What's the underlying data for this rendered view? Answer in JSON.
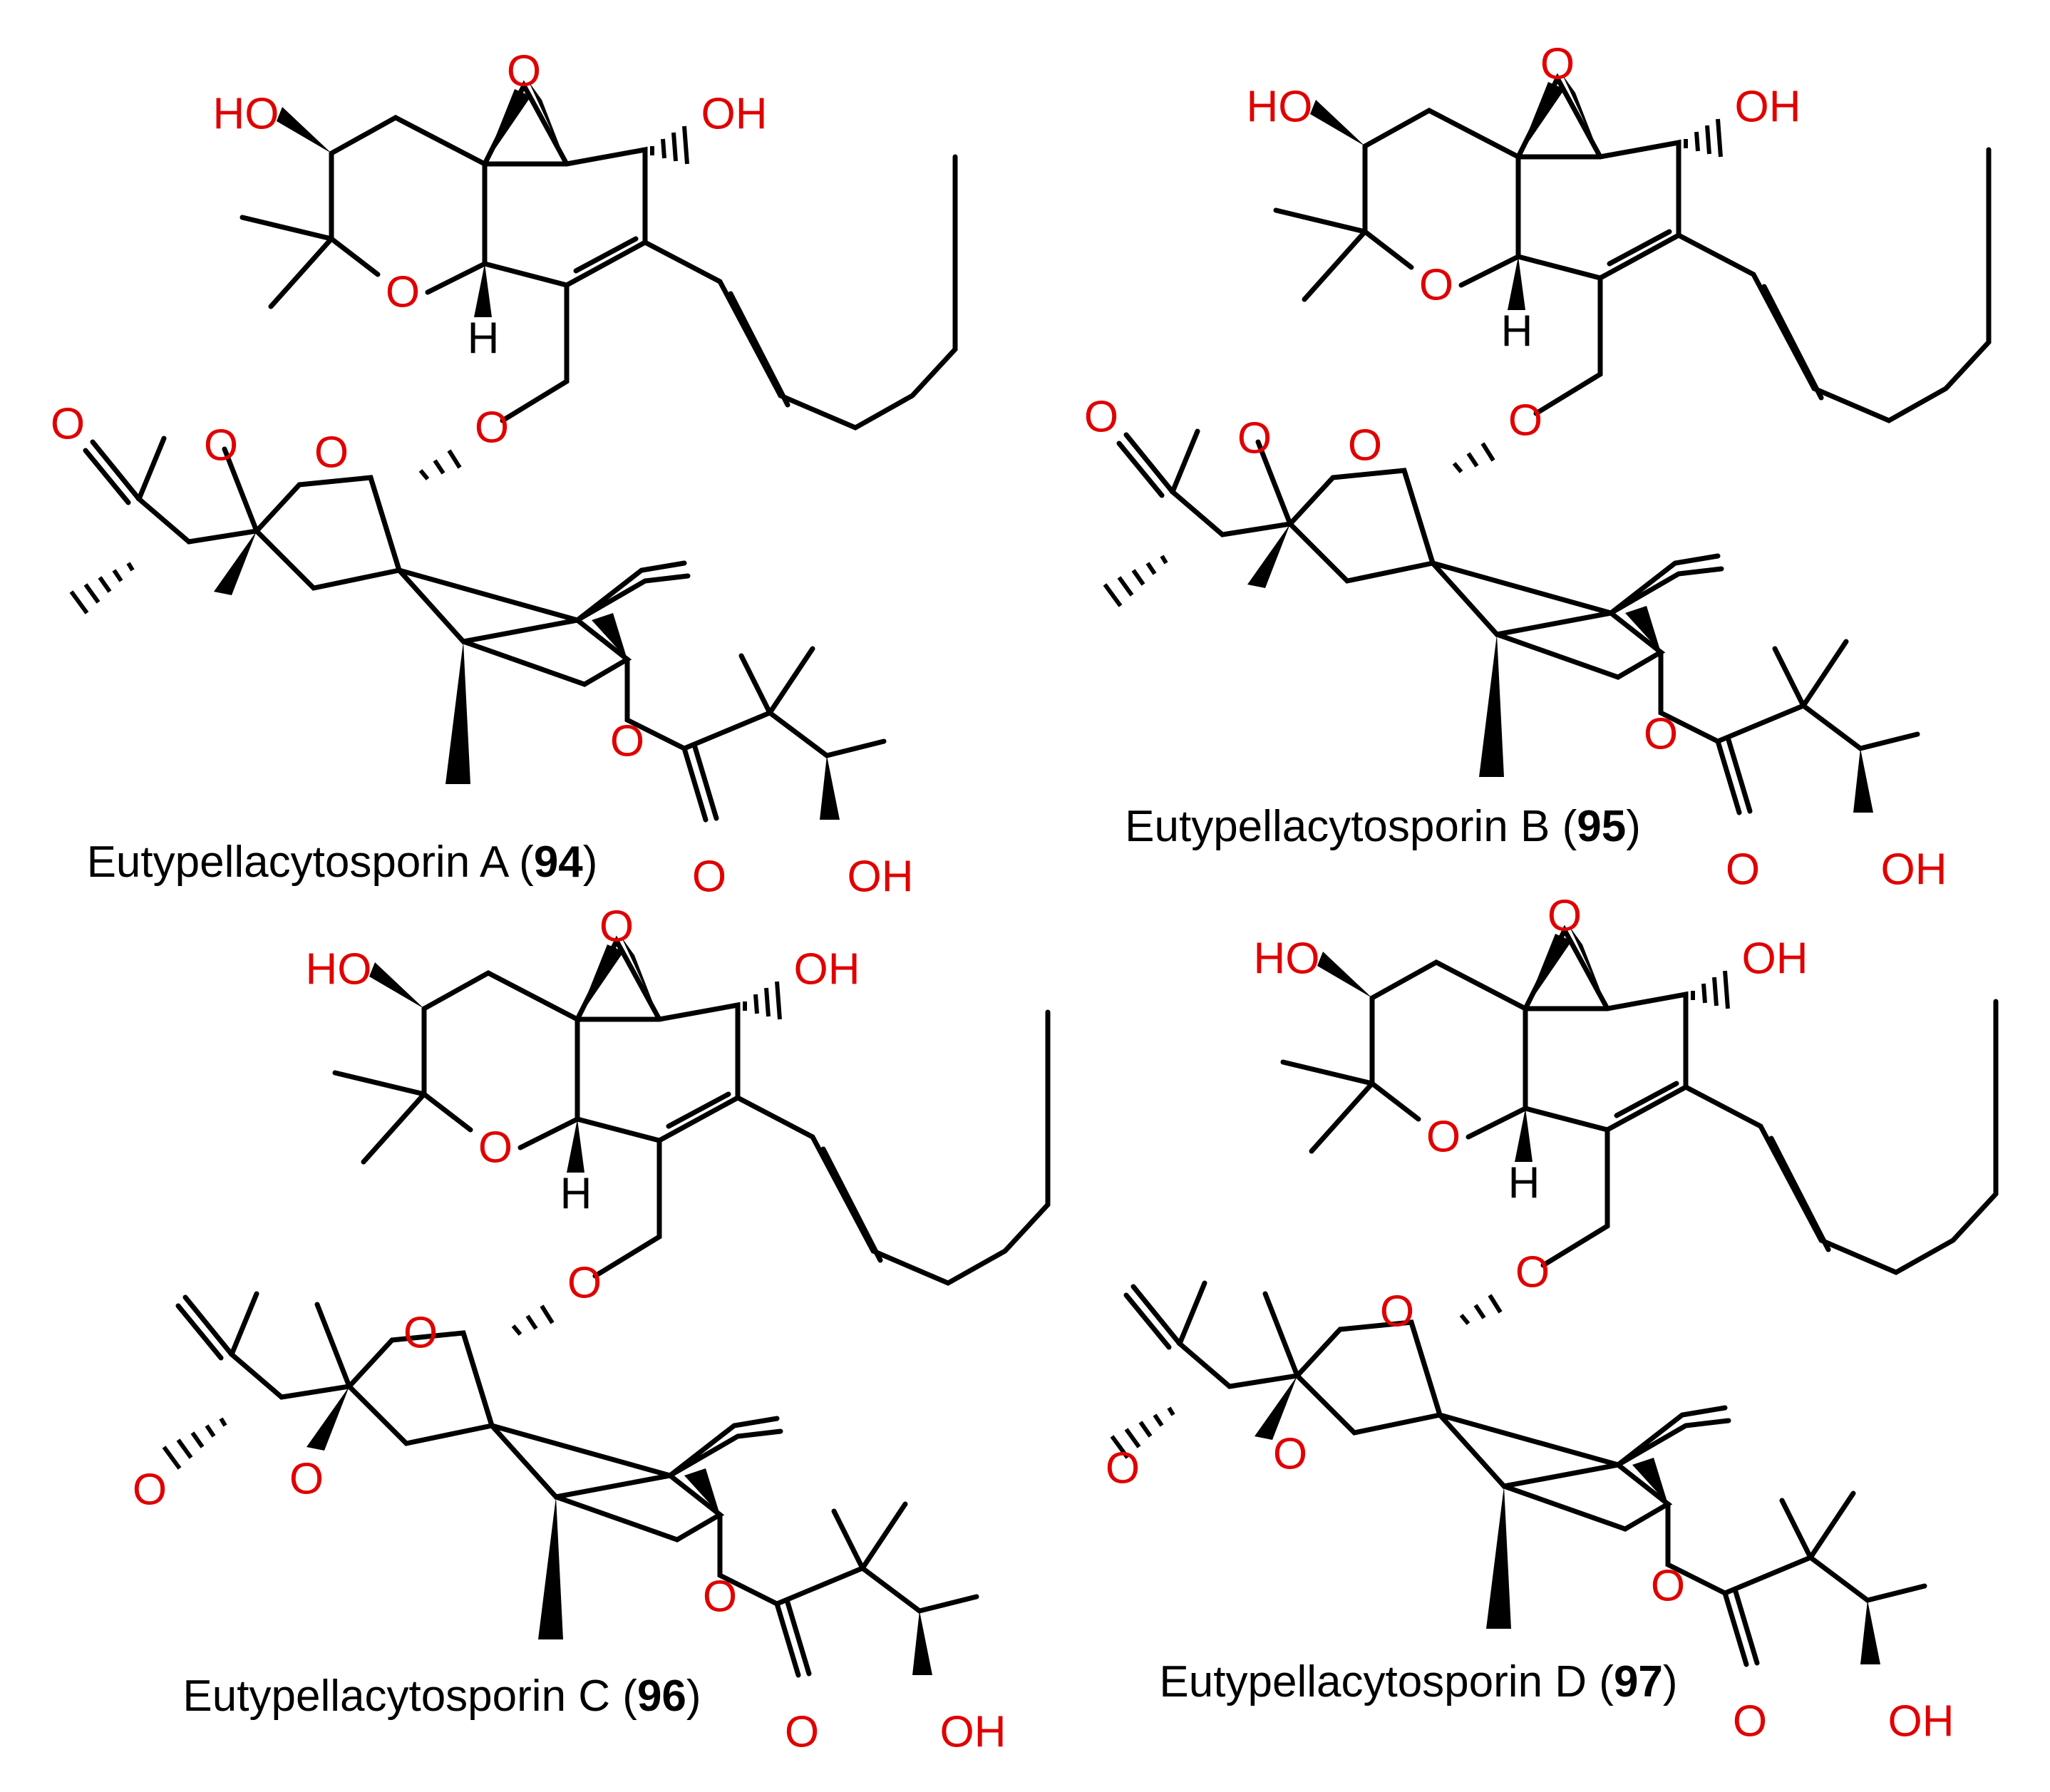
{
  "compounds": [
    {
      "name": "Eutypellacytosporin A",
      "number": "94"
    },
    {
      "name": "Eutypellacytosporin B",
      "number": "95"
    },
    {
      "name": "Eutypellacytosporin C",
      "number": "96"
    },
    {
      "name": "Eutypellacytosporin D",
      "number": "97"
    }
  ],
  "atoms": {
    "oxygen": "O",
    "hydroxyl_left": "HO",
    "hydroxyl_right": "OH",
    "hydrogen": "H"
  },
  "colors": {
    "oxygen": "#e00000",
    "bond": "#000000",
    "background": "#ffffff"
  }
}
